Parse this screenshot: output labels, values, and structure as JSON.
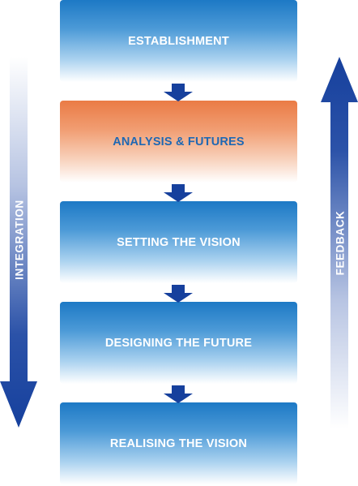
{
  "stages": [
    {
      "label": "ESTABLISHMENT",
      "highlighted": false
    },
    {
      "label": "ANALYSIS & FUTURES",
      "highlighted": true
    },
    {
      "label": "SETTING THE VISION",
      "highlighted": false
    },
    {
      "label": "DESIGNING THE FUTURE",
      "highlighted": false
    },
    {
      "label": "REALISING THE VISION",
      "highlighted": false
    }
  ],
  "side_arrows": {
    "left": {
      "label": "INTEGRATION",
      "direction": "down"
    },
    "right": {
      "label": "FEEDBACK",
      "direction": "up"
    }
  },
  "colors": {
    "stage_blue": "#1d79c5",
    "stage_orange": "#ea7b45",
    "arrow_navy": "#16409d",
    "highlight_text": "#1f68b3"
  }
}
